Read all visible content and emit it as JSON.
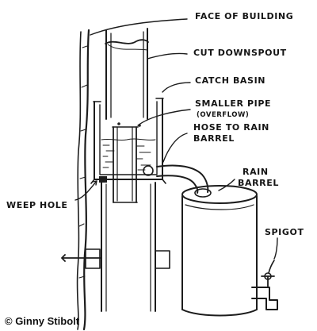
{
  "labels": {
    "face_of_building": "FACE OF BUILDING",
    "cut_downspout": "CUT DOWNSPOUT",
    "catch_basin": "CATCH BASIN",
    "smaller_pipe_line1": "SMALLER PIPE",
    "smaller_pipe_line2": "(OVERFLOW)",
    "hose_line1": "HOSE TO RAIN",
    "hose_line2": "BARREL",
    "rain_barrel_line1": "RAIN",
    "rain_barrel_line2": "BARREL",
    "weep_hole": "WEEP HOLE",
    "spigot": "SPIGOT"
  },
  "copyright": "© Ginny Stibolt"
}
